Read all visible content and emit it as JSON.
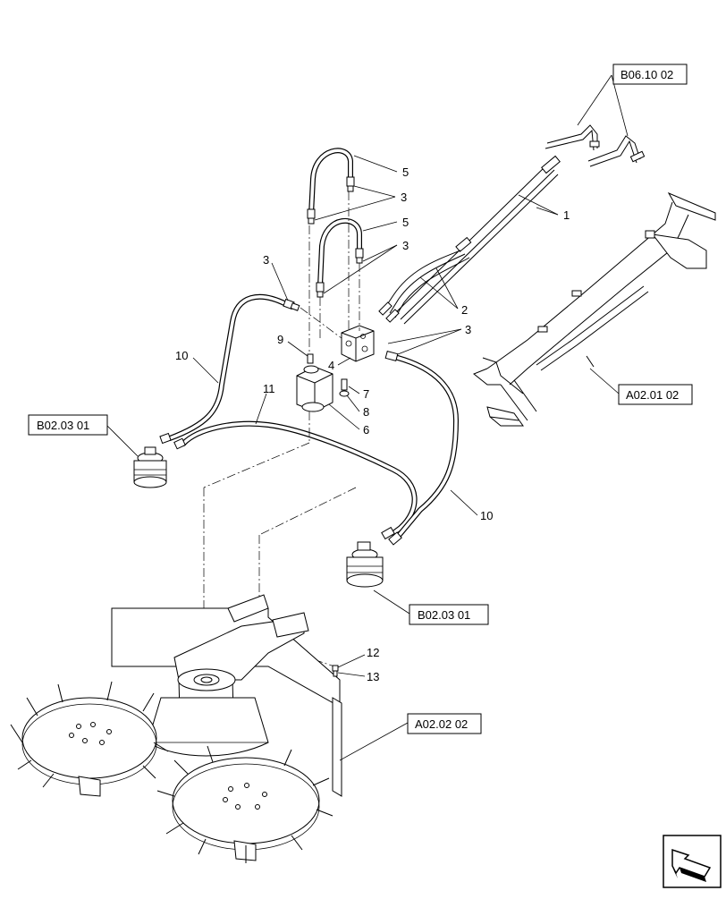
{
  "callouts": {
    "c1": "1",
    "c2": "2",
    "c3a": "3",
    "c3b": "3",
    "c3c": "3",
    "c3d": "3",
    "c4": "4",
    "c5a": "5",
    "c5b": "5",
    "c6": "6",
    "c7": "7",
    "c8": "8",
    "c9": "9",
    "c10a": "10",
    "c10b": "10",
    "c11": "11",
    "c12": "12",
    "c13": "13"
  },
  "refs": {
    "b06": "B06.10 02",
    "a0201": "A02.01 02",
    "b0203_left": "B02.03 01",
    "b0203_right": "B02.03 01",
    "a0202": "A02.02 02"
  },
  "nav_icon": "next-page-arrow-icon"
}
